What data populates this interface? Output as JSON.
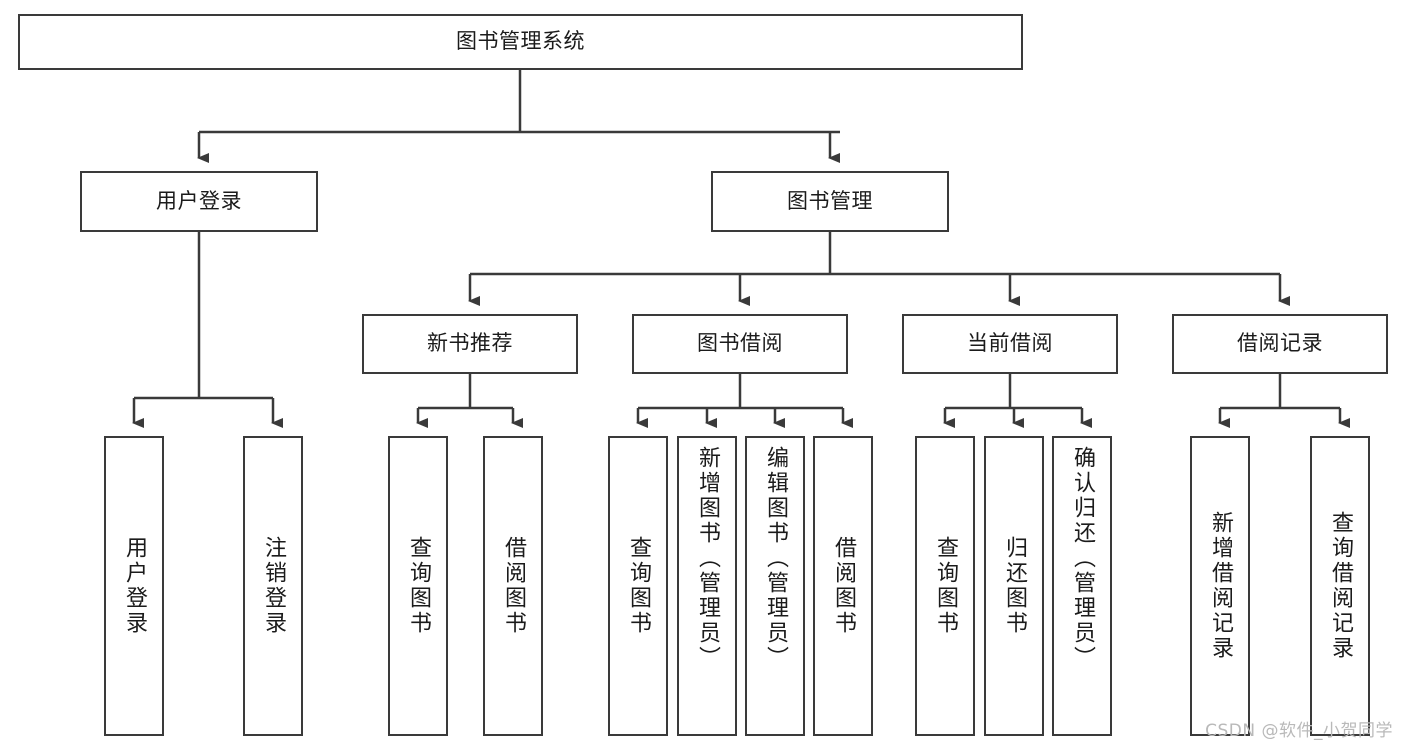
{
  "diagram": {
    "type": "tree",
    "title": "图书管理系统",
    "colors": {
      "box_border": "#3a3a3a",
      "box_fill": "#ffffff",
      "connector": "#3a3a3a",
      "text": "#1b1b1b",
      "watermark": "#b9b9b9",
      "background": "#ffffff"
    },
    "root": {
      "label": "图书管理系统"
    },
    "level2": [
      {
        "label": "用户登录"
      },
      {
        "label": "图书管理"
      }
    ],
    "level3": [
      {
        "label": "新书推荐"
      },
      {
        "label": "图书借阅"
      },
      {
        "label": "当前借阅"
      },
      {
        "label": "借阅记录"
      }
    ],
    "leaves": {
      "user_login": [
        {
          "label": "用户登录"
        },
        {
          "label": "注销登录"
        }
      ],
      "new_book_recommend": [
        {
          "label": "查询图书"
        },
        {
          "label": "借阅图书"
        }
      ],
      "book_borrow": [
        {
          "label": "查询图书"
        },
        {
          "label": "新增图书（管理员）"
        },
        {
          "label": "编辑图书（管理员）"
        },
        {
          "label": "借阅图书"
        }
      ],
      "current_borrow": [
        {
          "label": "查询图书"
        },
        {
          "label": "归还图书"
        },
        {
          "label": "确认归还（管理员）"
        }
      ],
      "borrow_record": [
        {
          "label": "新增借阅记录"
        },
        {
          "label": "查询借阅记录"
        }
      ]
    }
  },
  "watermark": {
    "text": "CSDN @软件_小贺同学"
  }
}
